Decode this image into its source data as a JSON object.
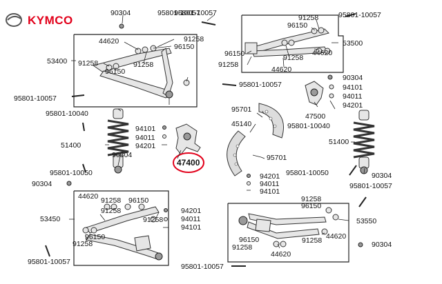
{
  "brand": {
    "name": "KYMCO",
    "color": "#e2001a"
  },
  "highlight": {
    "part": "47400",
    "ring_color": "#e2001a"
  },
  "labels": {
    "l_90304_a": "90304",
    "l_95801_a": "95801-10057",
    "l_44620_ul": "44620",
    "l_91258_ul1": "91258",
    "l_96150_ul1": "96150",
    "l_53400": "53400",
    "l_91258_ul2": "91258",
    "l_96150_ul2": "96150",
    "l_91258_ul3": "91258",
    "l_95801_b": "95801-10057",
    "l_95801_10040_l": "95801-10040",
    "l_51400_l": "51400",
    "l_90304_l": "90304",
    "l_95801_10050_l": "95801-10050",
    "l_94101_c": "94101",
    "l_94011_c": "94011",
    "l_94201_c": "94201",
    "l_47400": "47400",
    "l_95801_c": "95801-10057",
    "l_91258_ur1": "91258",
    "l_96150_ur1": "96150",
    "l_53500": "53500",
    "l_44620_ur": "44620",
    "l_96150_ur2": "96150",
    "l_91258_ur2": "91258",
    "l_91258_ur3": "91258",
    "l_44620_ur2": "44620",
    "l_95801_d": "95801-10057",
    "l_90304_r": "90304",
    "l_94101_r": "94101",
    "l_94011_r": "94011",
    "l_94201_r": "94201",
    "l_95701_a": "95701",
    "l_45140": "45140",
    "l_47500": "47500",
    "l_95801_10040_r": "95801-10040",
    "l_51400_r": "51400",
    "l_95701_b": "95701",
    "l_95801_10050_r": "95801-10050",
    "l_94201_rc": "94201",
    "l_94011_rc": "94011",
    "l_94101_rc": "94101",
    "l_90304_rr": "90304",
    "l_90304_ll": "90304",
    "l_44620_ll": "44620",
    "l_91258_ll1": "91258",
    "l_96150_ll1": "96150",
    "l_53450": "53450",
    "l_91258_ll2": "91258",
    "l_96150_ll2": "96150",
    "l_91258_ll3": "91258",
    "l_94201_lb": "94201",
    "l_94011_lb": "94011",
    "l_94101_lb": "94101",
    "l_95801_e": "95801-10057",
    "l_95801_f": "95801-10057",
    "l_95801_g": "95801-10057",
    "l_91258_lr1": "91258",
    "l_96150_lr1": "96150",
    "l_53550": "53550",
    "l_96150_lr2": "96150",
    "l_91258_lr2": "91258",
    "l_91258_lr3": "91258",
    "l_44620_lr": "44620",
    "l_44620_lr2": "44620",
    "l_90304_lrr": "90304"
  }
}
